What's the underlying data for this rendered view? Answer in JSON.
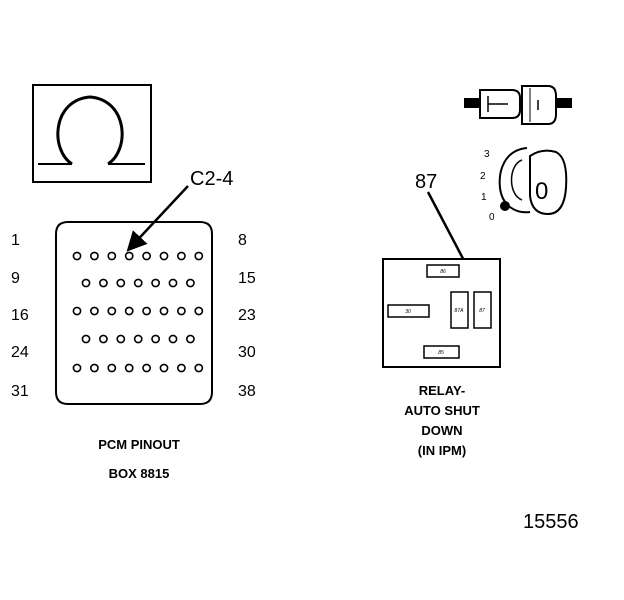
{
  "omega_symbol": "Ω",
  "pcm": {
    "callout": "C2-4",
    "pins_left": [
      "1",
      "9",
      "16",
      "24",
      "31"
    ],
    "pins_right": [
      "8",
      "15",
      "23",
      "30",
      "38"
    ],
    "caption_line1": "PCM PINOUT",
    "caption_line2": "BOX 8815"
  },
  "relay": {
    "callout": "87",
    "terminals": {
      "t86": "86",
      "t30": "30",
      "t87a": "87A",
      "t87": "87",
      "t85": "85"
    },
    "caption_lines": [
      "RELAY-",
      "AUTO SHUT",
      "DOWN",
      "(IN IPM)"
    ]
  },
  "ignition": {
    "positions": [
      "3",
      "2",
      "1",
      "0"
    ],
    "key_label": "0"
  },
  "figure_number": "15556",
  "colors": {
    "ink": "#000000",
    "paper": "#ffffff"
  }
}
